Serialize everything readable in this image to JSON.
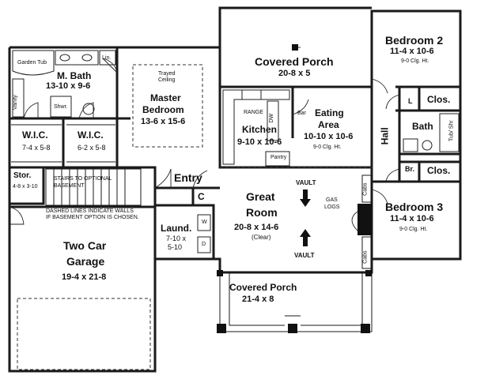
{
  "rooms": {
    "bedroom2": {
      "name": "Bedroom 2",
      "dims": "11-4 x 10-6",
      "ceiling": "9-0 Clg. Ht."
    },
    "covered_porch_rear": {
      "name": "Covered Porch",
      "dims": "20-8 x 5"
    },
    "master_bath": {
      "name": "M. Bath",
      "dims": "13-10 x 9-6"
    },
    "garden_tub": "Garden Tub",
    "linen_top": "Lin.",
    "vanity": "Vanity",
    "shower_master": "Shwr.",
    "master_bedroom": {
      "name_line1": "Master",
      "name_line2": "Bedroom",
      "dims": "13-6 x 15-6",
      "trayed_line1": "Trayed",
      "trayed_line2": "Ceiling"
    },
    "wic1": {
      "name": "W.I.C.",
      "dims": "7-4 x 5-8"
    },
    "wic2": {
      "name": "W.I.C.",
      "dims": "6-2 x 5-8"
    },
    "kitchen": {
      "name": "Kitchen",
      "dims": "9-10 x 10-6",
      "range": "RANGE",
      "dw": "DW",
      "pantry": "Pantry",
      "bar": "Bar"
    },
    "eating_area": {
      "name_line1": "Eating",
      "name_line2": "Area",
      "dims": "10-10 x 10-6",
      "ceiling": "9-0 Clg. Ht."
    },
    "hall": "Hall",
    "closet_upper": "Clos.",
    "linen_right": "L",
    "bath": {
      "name": "Bath",
      "tub": "Tub/ Shr"
    },
    "bedroom_closet": "Br.",
    "closet_lower": "Clos.",
    "storage": {
      "name": "Stor.",
      "dims": "4-8 x 3-10"
    },
    "stairs_note": {
      "line1": "STAIRS TO OPTIONAL",
      "line2": "BASEMENT"
    },
    "dashed_note": {
      "line1": "DASHED LINES INDICATE WALLS",
      "line2": "IF BASEMENT OPTION IS CHOSEN."
    },
    "entry": "Entry",
    "coat_closet": "C",
    "great_room": {
      "name_line1": "Great",
      "name_line2": "Room",
      "dims": "20-8 x 14-6",
      "clear": "(Clear)",
      "vault_top": "VAULT",
      "vault_bottom": "VAULT",
      "gas_logs_line1": "GAS",
      "gas_logs_line2": "LOGS",
      "cabs_top": "Cabs",
      "cabs_bottom": "Cabs"
    },
    "bedroom3": {
      "name": "Bedroom 3",
      "dims": "11-4 x 10-6",
      "ceiling": "9-0 Clg. Ht."
    },
    "laundry": {
      "name": "Laund.",
      "dims_line1": "7-10 x",
      "dims_line2": "5-10",
      "washer": "W",
      "dryer": "D"
    },
    "garage": {
      "name_line1": "Two Car",
      "name_line2": "Garage",
      "dims": "19-4 x 21-8"
    },
    "covered_porch_front": {
      "name": "Covered Porch",
      "dims": "21-4 x 8"
    }
  }
}
